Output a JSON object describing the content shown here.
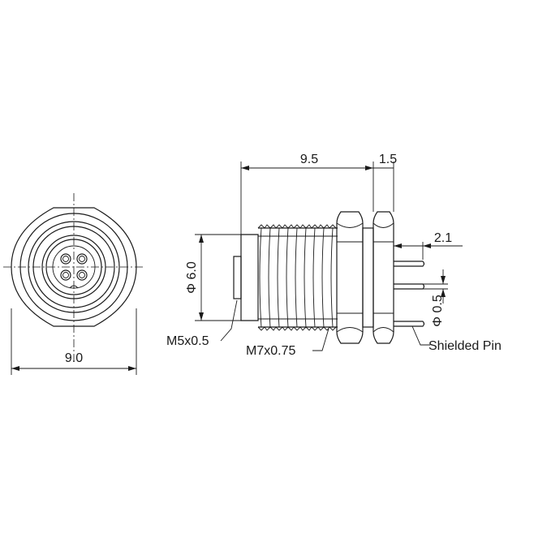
{
  "front_view": {
    "width_dim": "9.0"
  },
  "side_view": {
    "length_dim": "9.5",
    "flange_dim": "1.5",
    "pin_length_dim": "2.1",
    "diameter_dim": "Φ 6.0",
    "pin_diameter_dim": "Φ 0.5",
    "thread_small": "M5x0.5",
    "thread_large": "M7x0.75",
    "pin_note": "Shielded Pin"
  },
  "colors": {
    "line": "#1a1a1a",
    "background": "#ffffff"
  }
}
